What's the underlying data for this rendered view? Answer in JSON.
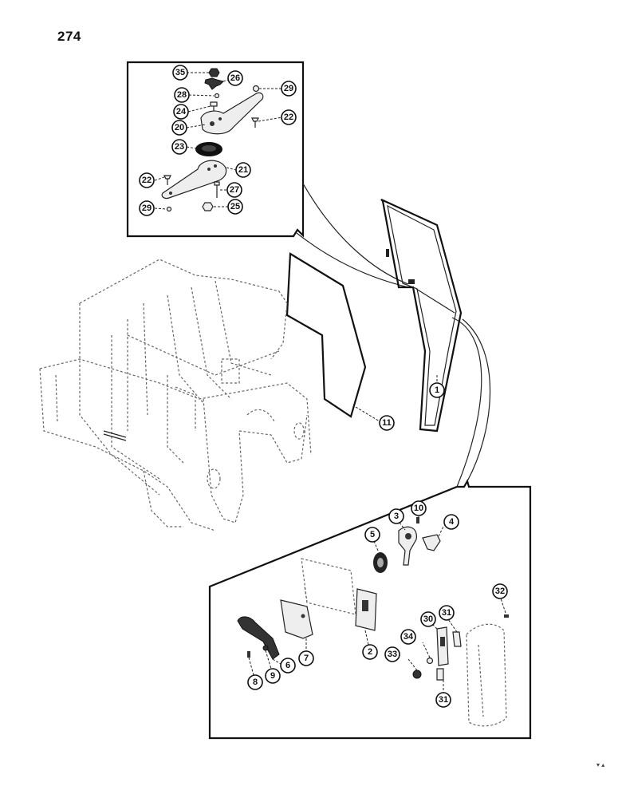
{
  "page_number": "274",
  "corner_mark": "▾ ▴",
  "callouts": [
    {
      "label": "35"
    },
    {
      "label": "26"
    },
    {
      "label": "29"
    },
    {
      "label": "28"
    },
    {
      "label": "24"
    },
    {
      "label": "22"
    },
    {
      "label": "20"
    },
    {
      "label": "23"
    },
    {
      "label": "21"
    },
    {
      "label": "22"
    },
    {
      "label": "27"
    },
    {
      "label": "29"
    },
    {
      "label": "25"
    },
    {
      "label": "1"
    },
    {
      "label": "11"
    },
    {
      "label": "10"
    },
    {
      "label": "3"
    },
    {
      "label": "4"
    },
    {
      "label": "5"
    },
    {
      "label": "32"
    },
    {
      "label": "31"
    },
    {
      "label": "30"
    },
    {
      "label": "34"
    },
    {
      "label": "33"
    },
    {
      "label": "2"
    },
    {
      "label": "7"
    },
    {
      "label": "6"
    },
    {
      "label": "9"
    },
    {
      "label": "8"
    },
    {
      "label": "31"
    }
  ]
}
